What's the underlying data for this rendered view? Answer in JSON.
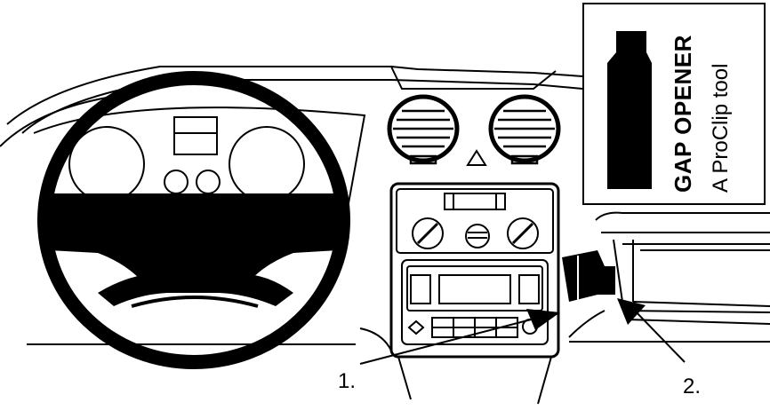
{
  "inset": {
    "title": "GAP OPENER",
    "subtitle": "A ProClip tool"
  },
  "callouts": [
    {
      "label": "1."
    },
    {
      "label": "2."
    }
  ]
}
